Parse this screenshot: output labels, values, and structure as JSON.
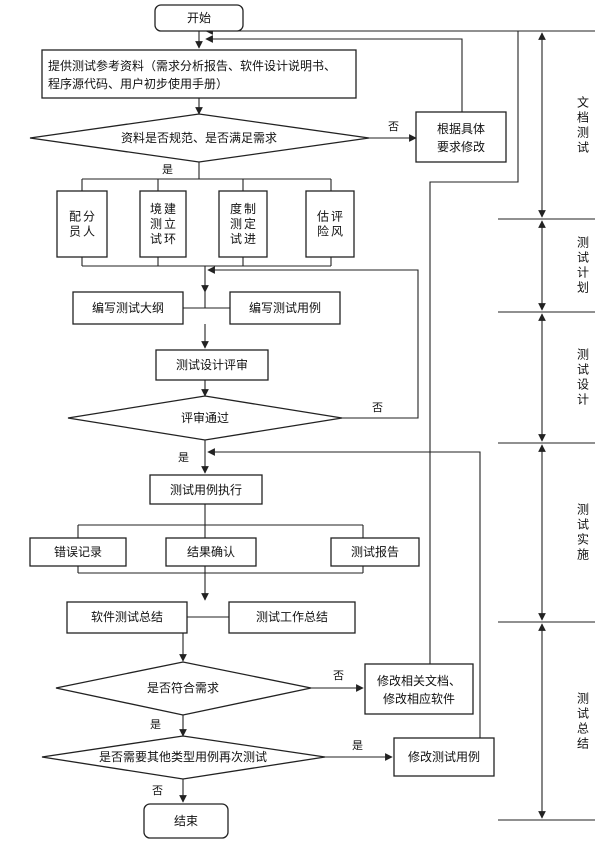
{
  "nodes": {
    "start": "开始",
    "provide_line1": "提供测试参考资料（需求分析报告、软件设计说明书、",
    "provide_line2": "程序源代码、用户初步使用手册）",
    "check_docs": "资料是否规范、是否满足需求",
    "revise_line1": "根据具体",
    "revise_line2": "要求修改",
    "staffing": "分人配员",
    "build_env": "建立环境测试",
    "schedule": "制定进度测试",
    "risk": "评风估险",
    "outline": "编写测试大纲",
    "write_cases": "编写测试用例",
    "design_review": "测试设计评审",
    "review_passed": "评审通过",
    "execute_cases": "测试用例执行",
    "error_log": "错误记录",
    "result_confirm": "结果确认",
    "test_report": "测试报告",
    "software_summary": "软件测试总结",
    "work_summary": "测试工作总结",
    "meets_req": "是否符合需求",
    "modify_docs_line1": "修改相关文档、",
    "modify_docs_line2": "修改相应软件",
    "retest": "是否需要其他类型用例再次测试",
    "modify_cases": "修改测试用例",
    "end": "结束"
  },
  "edge_labels": {
    "no_1": "否",
    "yes_1": "是",
    "no_2": "否",
    "yes_2": "是",
    "no_3": "否",
    "yes_3": "是",
    "yes_4": "是",
    "no_4": "否"
  },
  "phases": [
    "文档测试",
    "测试计划",
    "测试设计",
    "测试实施",
    "测试总结"
  ]
}
